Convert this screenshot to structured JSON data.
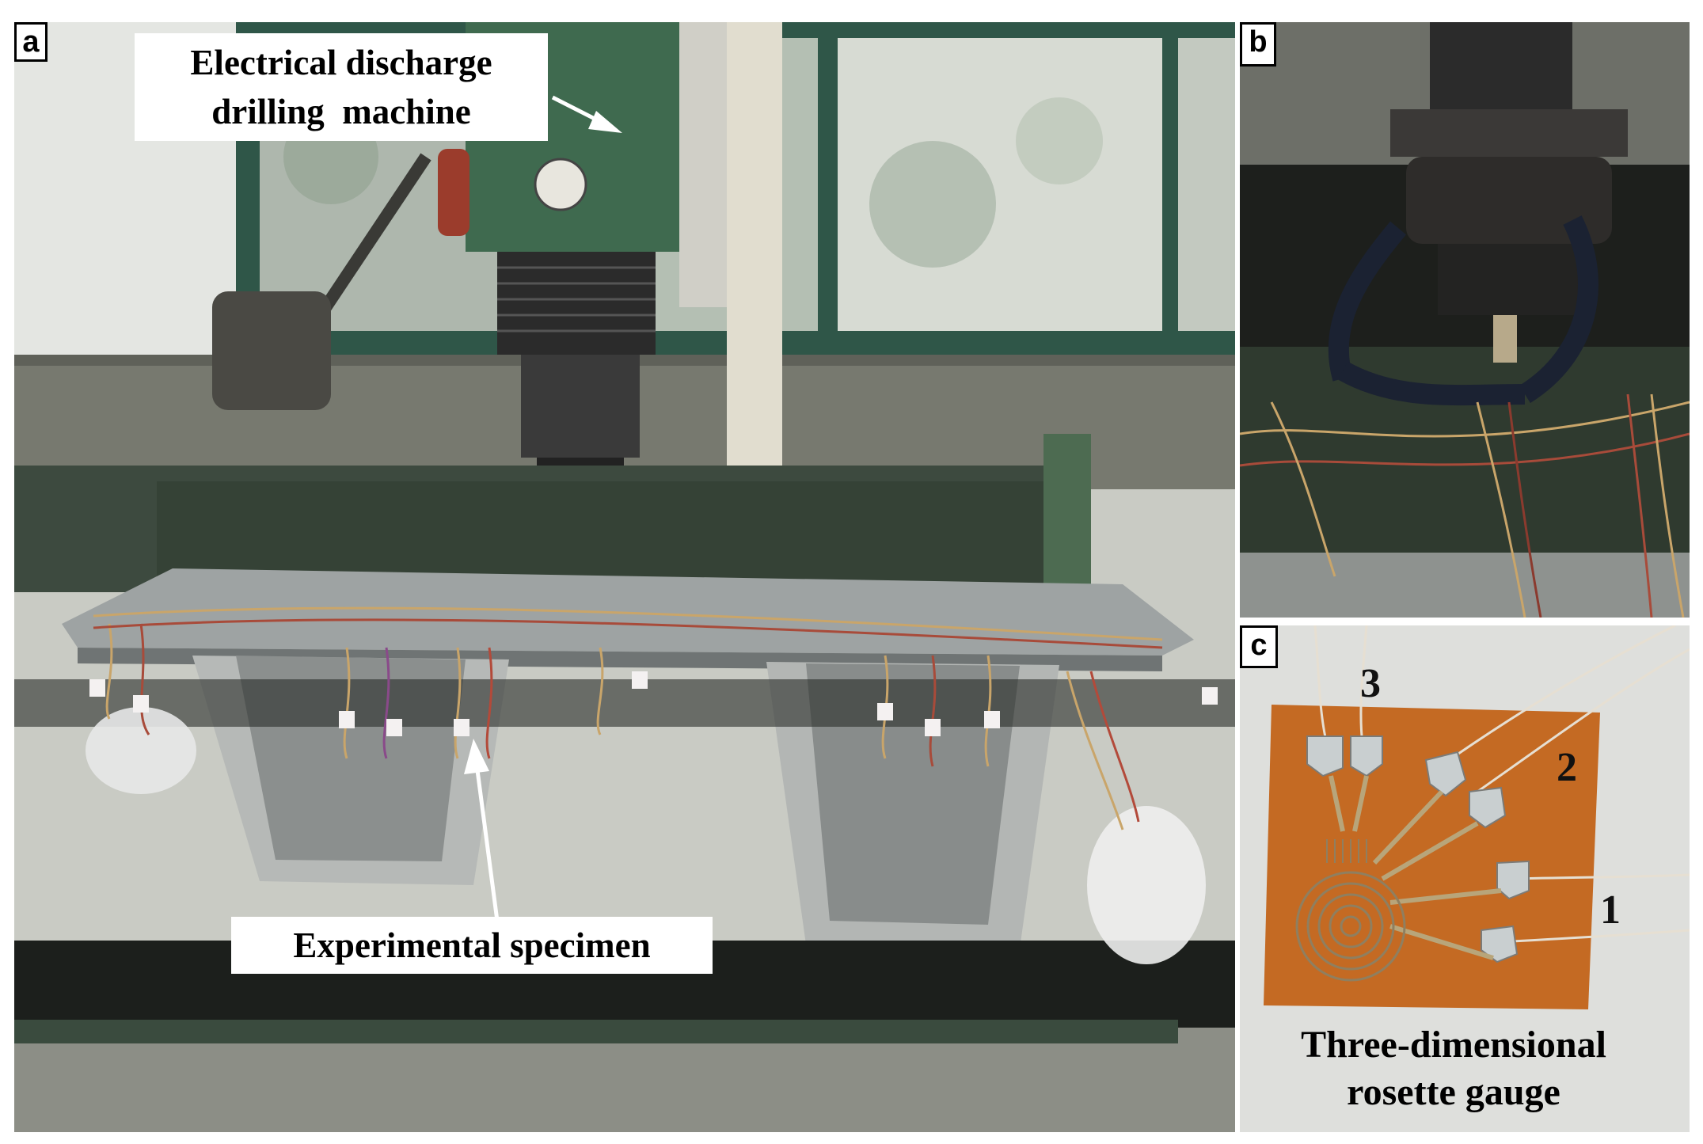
{
  "figure": {
    "panel_a": {
      "letter": "a",
      "machine_label": {
        "line1": "Electrical discharge",
        "line2": "drilling  machine"
      },
      "specimen_label": "Experimental specimen"
    },
    "panel_b": {
      "letter": "b"
    },
    "panel_c": {
      "letter": "c",
      "gauge_numbers": [
        "3",
        "2",
        "1"
      ],
      "gauge_label": {
        "line1": "Three-dimensional",
        "line2": "rosette gauge"
      }
    }
  },
  "colors": {
    "machine_green": "#3f6a4f",
    "wall_grey": "#8c8e86",
    "steel": "#9ea3a3",
    "gauge_orange": "#c46a23",
    "copper": "#c9a56a"
  }
}
